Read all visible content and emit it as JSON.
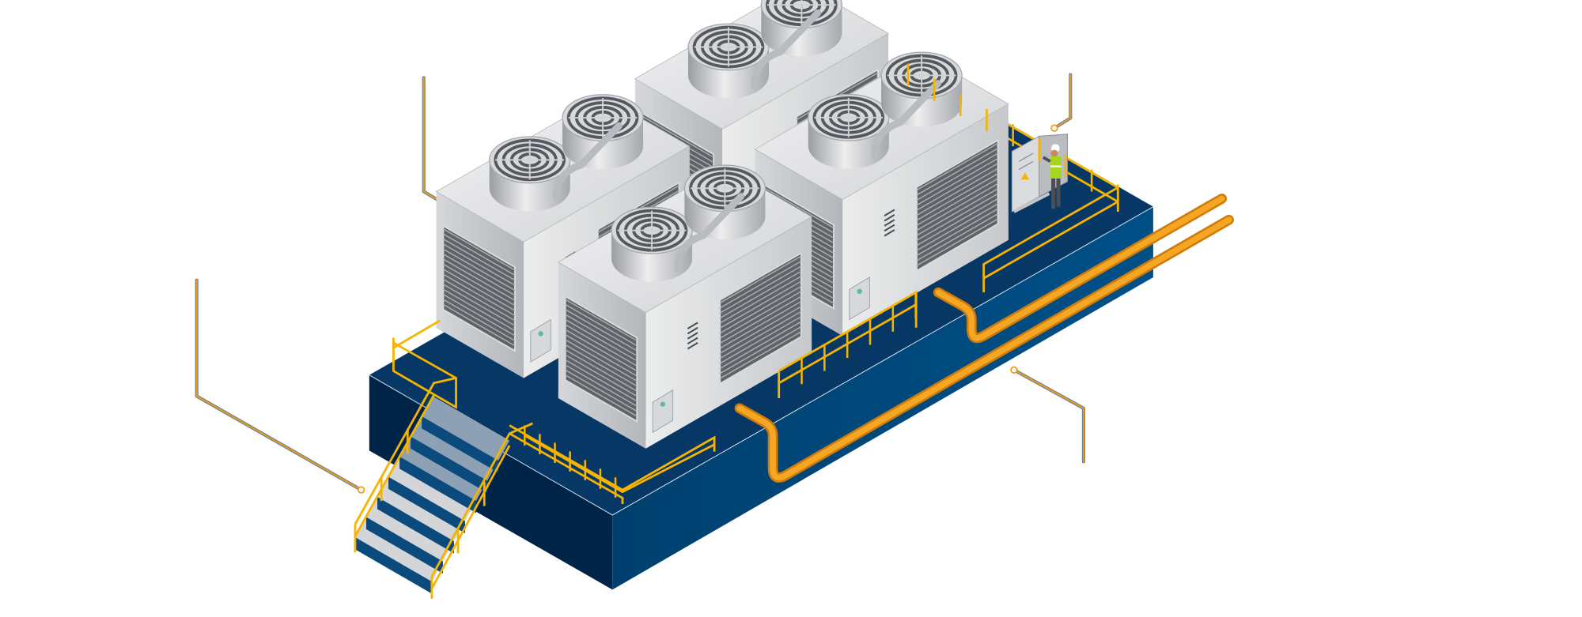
{
  "illustration": {
    "subject": "cooling-tower-plant",
    "units": 4,
    "fans_per_unit": 2,
    "callouts": 4
  },
  "colors": {
    "background": "#ffffff",
    "platform_top": "#063765",
    "platform_left": "#002447",
    "platform_right": "#00497c",
    "railing": "#f5b400",
    "pipe": "#f29a16",
    "pipe_shadow": "#d07a0a",
    "tower_light": "#e6e7e9",
    "tower_mid": "#c4c6c9",
    "tower_dark": "#8d9094",
    "callout_line": "#f29a16",
    "callout_outline": "#5b7fa6",
    "worker_vest": "#a6d61c"
  },
  "icons": [
    "cooling-tower-icon",
    "fan-icon",
    "stairs-icon",
    "pipe-icon",
    "control-panel-icon",
    "worker-icon",
    "callout-marker-icon"
  ]
}
